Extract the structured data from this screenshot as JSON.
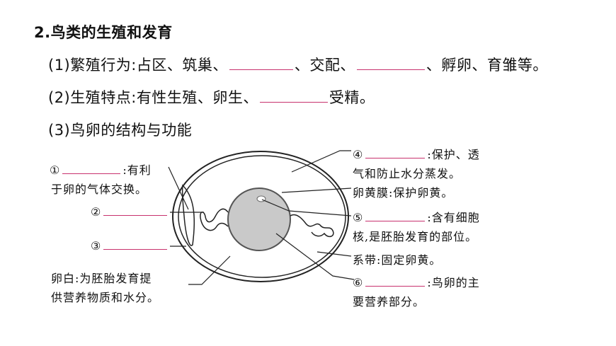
{
  "title": "2.鸟类的生殖和发育",
  "q1": {
    "text_a": "(1)繁殖行为:占区、筑巢、",
    "text_b": "、交配、",
    "text_c": "、孵卵、育雏等。"
  },
  "q2": {
    "text_a": "(2)生殖特点:有性生殖、卵生、",
    "text_b": "受精。"
  },
  "q3": {
    "text": "(3)鸟卵的结构与功能"
  },
  "labels": {
    "l1_num": "①",
    "l1_tail": ":有利",
    "l1_line2": "于卵的气体交换。",
    "l2_num": "②",
    "l3_num": "③",
    "egg_white_1": "卵白:为胚胎发育提",
    "egg_white_2": "供营养物质和水分。",
    "l4_num": "④",
    "l4_tail": ":保护、透",
    "l4_line2": "气和防止水分蒸发。",
    "yolk_membrane": "卵黄膜:保护卵黄。",
    "l5_num": "⑤",
    "l5_tail": ":含有细胞",
    "l5_line2": "核,是胚胎发育的部位。",
    "chalaza": "系带:固定卵黄。",
    "l6_num": "⑥",
    "l6_tail": ":鸟卵的主",
    "l6_line2": "要营养部分。"
  },
  "colors": {
    "blank_line": "#c8326e",
    "yolk_fill": "#c9c9c9",
    "outline": "#222222"
  }
}
